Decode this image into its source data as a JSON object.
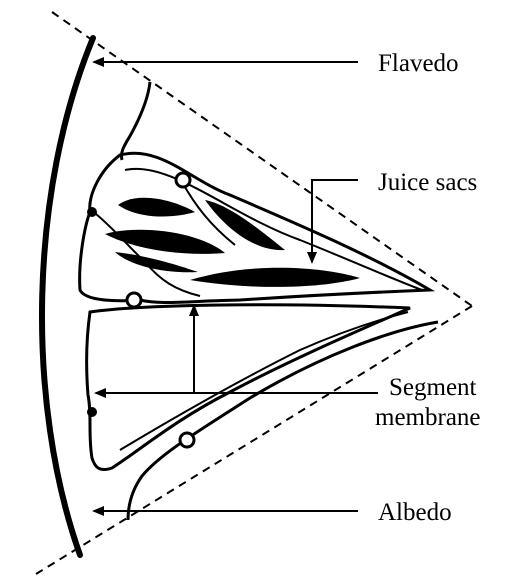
{
  "diagram": {
    "labels": {
      "flavedo": "Flavedo",
      "juice_sacs": "Juice sacs",
      "segment_line1": "Segment",
      "segment_line2": "membrane",
      "albedo": "Albedo"
    },
    "stroke_color": "#000000",
    "background_color": "#ffffff"
  }
}
